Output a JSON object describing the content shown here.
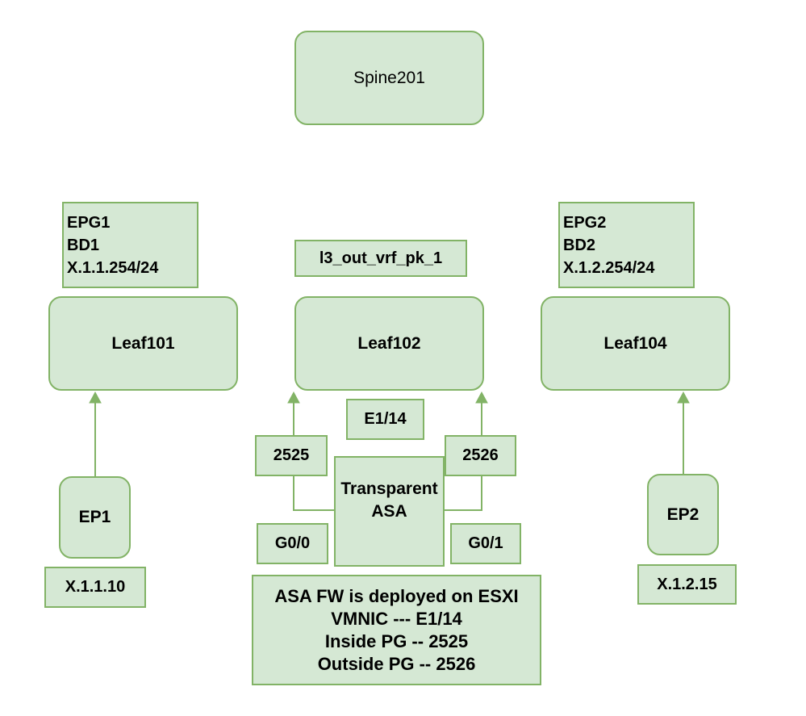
{
  "nodes": {
    "spine": "Spine201",
    "leaf101": "Leaf101",
    "leaf102": "Leaf102",
    "leaf104": "Leaf104",
    "epg1_info": [
      "EPG1",
      "BD1",
      "X.1.1.254/24"
    ],
    "epg2_info": [
      "EPG2",
      "BD2",
      "X.1.2.254/24"
    ],
    "l3out": "l3_out_vrf_pk_1",
    "e1_14": "E1/14",
    "port_2525": "2525",
    "port_2526": "2526",
    "asa": [
      "Transparent",
      "ASA"
    ],
    "g0_0": "G0/0",
    "g0_1": "G0/1",
    "ep1": "EP1",
    "ep1_ip": "X.1.1.10",
    "ep2": "EP2",
    "ep2_ip": "X.1.2.15",
    "note": [
      "ASA FW is deployed on ESXI",
      "VMNIC --- E1/14",
      "Inside PG -- 2525",
      "Outside PG -- 2526"
    ]
  },
  "colors": {
    "fill": "#d5e8d4",
    "stroke": "#82b366"
  }
}
